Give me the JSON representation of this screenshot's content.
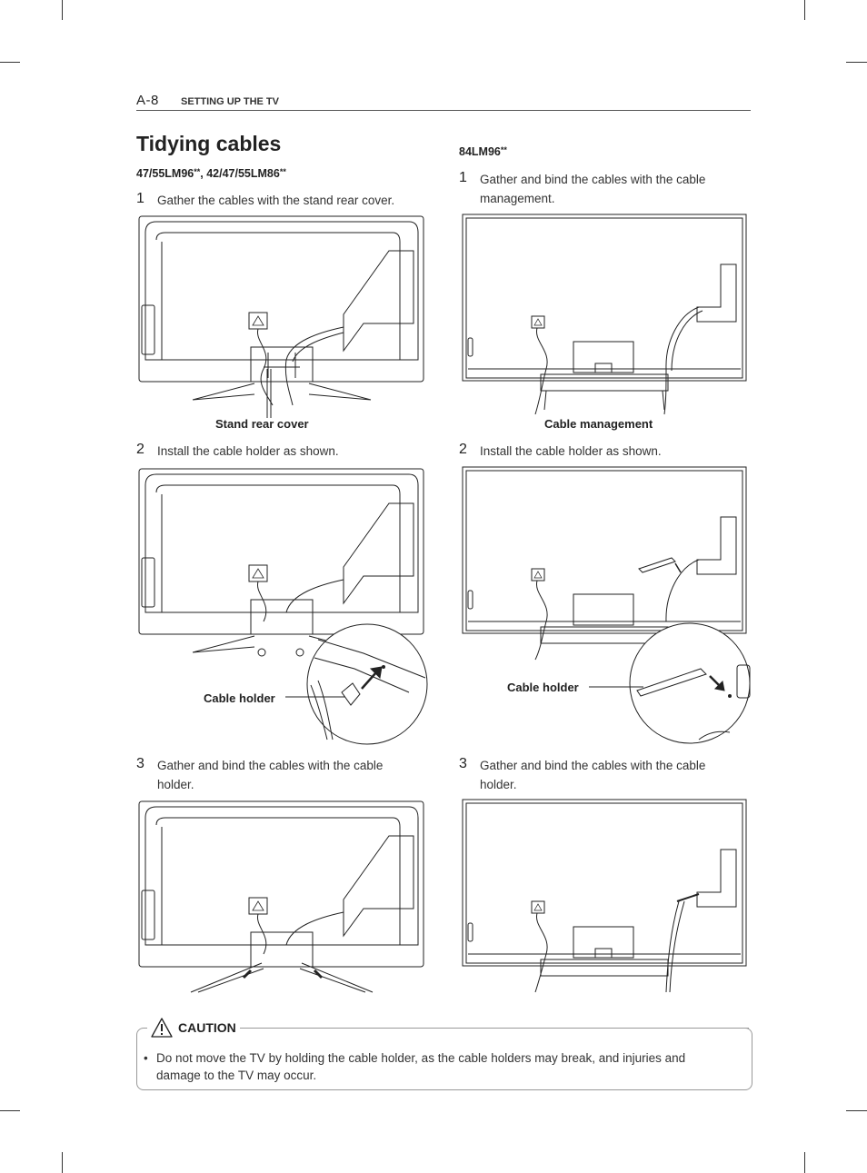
{
  "header": {
    "page_number": "A-8",
    "section": "SETTING UP THE TV"
  },
  "title": "Tidying cables",
  "left": {
    "model_prefix": "47/55LM96",
    "model_stars1": "**",
    "model_mid": ", 42/47/55LM86",
    "model_stars2": "**",
    "steps": [
      {
        "num": "1",
        "text": "Gather the cables with the stand rear cover.",
        "label": "Stand rear cover"
      },
      {
        "num": "2",
        "text": "Install the cable holder as shown.",
        "label": "Cable holder"
      },
      {
        "num": "3",
        "text": "Gather and bind the cables with the cable holder."
      }
    ]
  },
  "right": {
    "model_prefix": "84LM96",
    "model_stars": "**",
    "steps": [
      {
        "num": "1",
        "text": "Gather and bind the cables with the cable management.",
        "label": "Cable management"
      },
      {
        "num": "2",
        "text": "Install the cable holder as shown.",
        "label": "Cable holder"
      },
      {
        "num": "3",
        "text": "Gather and bind the cables with the cable holder."
      }
    ]
  },
  "caution": {
    "heading": "CAUTION",
    "bullet_symbol": "•",
    "text": "Do not move the TV by holding the cable holder, as the cable holders may break, and injuries and damage to the TV may occur."
  },
  "icons": {
    "caution": "warning-triangle-icon",
    "tv_label": "warning-label-icon"
  }
}
